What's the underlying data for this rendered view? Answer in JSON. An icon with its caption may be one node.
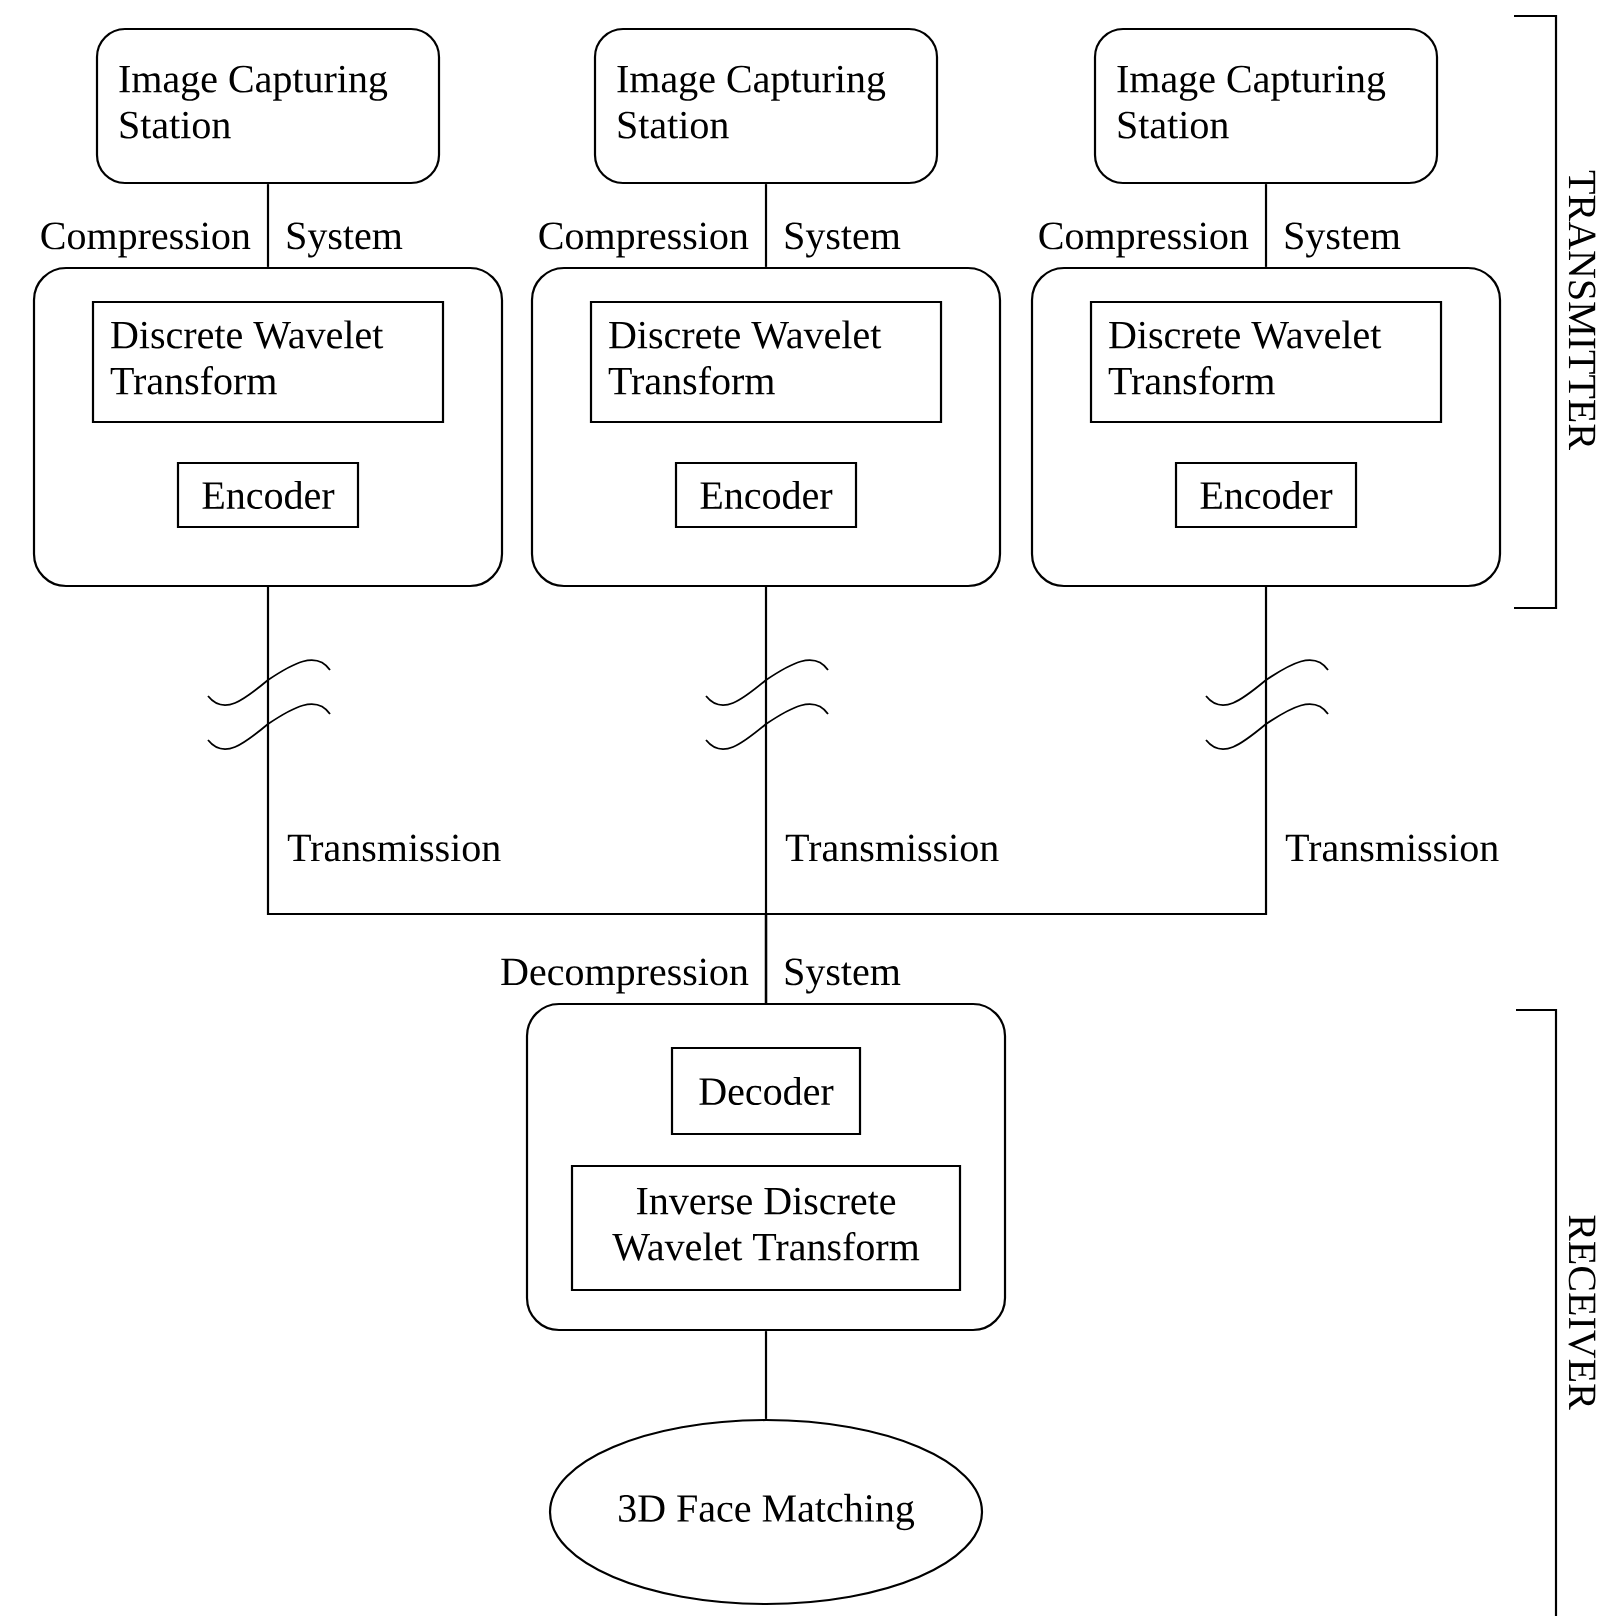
{
  "diagram": {
    "nodes": [
      {
        "text": [
          "Image Capturing Station"
        ]
      },
      {
        "text": [
          "Compression",
          "System"
        ]
      },
      {
        "text": [
          "Discrete Wavelet Transform"
        ],
        "in": 1
      },
      {
        "text": [
          "Encoder"
        ],
        "in": 1
      },
      {
        "text": [
          "Image Capturing Station"
        ]
      },
      {
        "text": [
          "Compression",
          "System"
        ]
      },
      {
        "text": [
          "Discrete Wavelet Transform"
        ],
        "in": 5
      },
      {
        "text": [
          "Encoder"
        ],
        "in": 5
      },
      {
        "text": [
          "Image Capturing Station"
        ]
      },
      {
        "text": [
          "Compression",
          "System"
        ]
      },
      {
        "text": [
          "Discrete Wavelet Transform"
        ],
        "in": 9
      },
      {
        "text": [
          "Encoder"
        ],
        "in": 9
      },
      {
        "text": [
          "Decompression",
          "System"
        ]
      },
      {
        "text": [
          "Decoder"
        ],
        "in": 12
      },
      {
        "text": [
          "Inverse Discrete Wavelet Transform"
        ],
        "in": 12
      },
      {
        "text": [
          "3D Face Matching"
        ]
      }
    ],
    "edges": [
      {
        "from": 0,
        "to": 1,
        "arrow": "none"
      },
      {
        "from": 4,
        "to": 5,
        "arrow": "none"
      },
      {
        "from": 8,
        "to": 9,
        "arrow": "none"
      },
      {
        "from": 1,
        "to": 12,
        "arrow": "none",
        "label": "Transmission"
      },
      {
        "from": 5,
        "to": 12,
        "arrow": "none",
        "label": "Transmission"
      },
      {
        "from": 9,
        "to": 12,
        "arrow": "none",
        "label": "Transmission"
      },
      {
        "from": 12,
        "to": 15,
        "arrow": "none"
      }
    ],
    "labels": [
      "TRANSMITTER",
      "RECEIVER"
    ]
  }
}
